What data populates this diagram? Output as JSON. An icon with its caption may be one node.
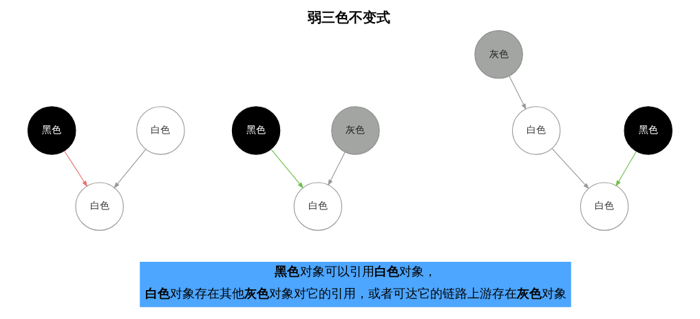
{
  "diagram": {
    "title": "弱三色不变式",
    "nodes": [
      {
        "text": [
          "黑色"
        ]
      },
      {
        "text": [
          "白色"
        ]
      },
      {
        "text": [
          "白色"
        ]
      },
      {
        "text": [
          "黑色"
        ]
      },
      {
        "text": [
          "灰色"
        ]
      },
      {
        "text": [
          "白色"
        ]
      },
      {
        "text": [
          "灰色"
        ]
      },
      {
        "text": [
          "黑色"
        ]
      },
      {
        "text": [
          "白色"
        ]
      },
      {
        "text": [
          "白色"
        ]
      }
    ],
    "edges": [
      {
        "from": 0,
        "to": 2,
        "arrow": "to",
        "color": "#e8736c"
      },
      {
        "from": 1,
        "to": 2,
        "arrow": "to"
      },
      {
        "from": 3,
        "to": 5,
        "arrow": "to",
        "color": "#6cbf4a"
      },
      {
        "from": 4,
        "to": 5,
        "arrow": "to"
      },
      {
        "from": 6,
        "to": 8,
        "arrow": "to"
      },
      {
        "from": 7,
        "to": 9,
        "arrow": "to",
        "color": "#6cbf4a"
      },
      {
        "from": 8,
        "to": 9,
        "arrow": "to"
      }
    ],
    "labels": [
      "**黑色**对象可以引用**白色**对象，",
      "**白色**对象存在其他**灰色**对象对它的引用，或者可达它的链路上游存在**灰色**对象"
    ]
  }
}
